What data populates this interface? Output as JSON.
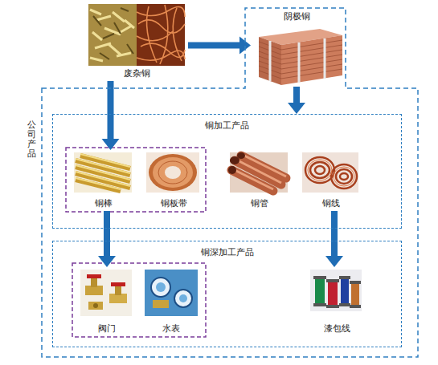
{
  "diagram": {
    "nodes": [
      {
        "text": [
          "废杂铜"
        ]
      },
      {
        "text": [
          "公司产品"
        ]
      },
      {
        "text": [
          "阴极铜"
        ],
        "in": 1
      },
      {
        "text": [
          "铜加工产品"
        ],
        "in": 1
      },
      {
        "text": [
          "铜棒"
        ],
        "in": 3
      },
      {
        "text": [
          "铜板带"
        ],
        "in": 3
      },
      {
        "text": [
          "铜管"
        ],
        "in": 3
      },
      {
        "text": [
          "铜线"
        ],
        "in": 3
      },
      {
        "text": [
          "铜深加工产品"
        ],
        "in": 1
      },
      {
        "text": [
          "阀门"
        ],
        "in": 8
      },
      {
        "text": [
          "水表"
        ],
        "in": 8
      },
      {
        "text": [
          "漆包线"
        ],
        "in": 8
      }
    ],
    "edges": [
      {
        "from": 0,
        "to": 2,
        "arrow": "to"
      },
      {
        "from": 0,
        "to": 4,
        "arrow": "to"
      },
      {
        "from": 2,
        "to": 3,
        "arrow": "to"
      },
      {
        "from": 4,
        "to": 9,
        "arrow": "to"
      },
      {
        "from": 7,
        "to": 11,
        "arrow": "to"
      }
    ]
  }
}
